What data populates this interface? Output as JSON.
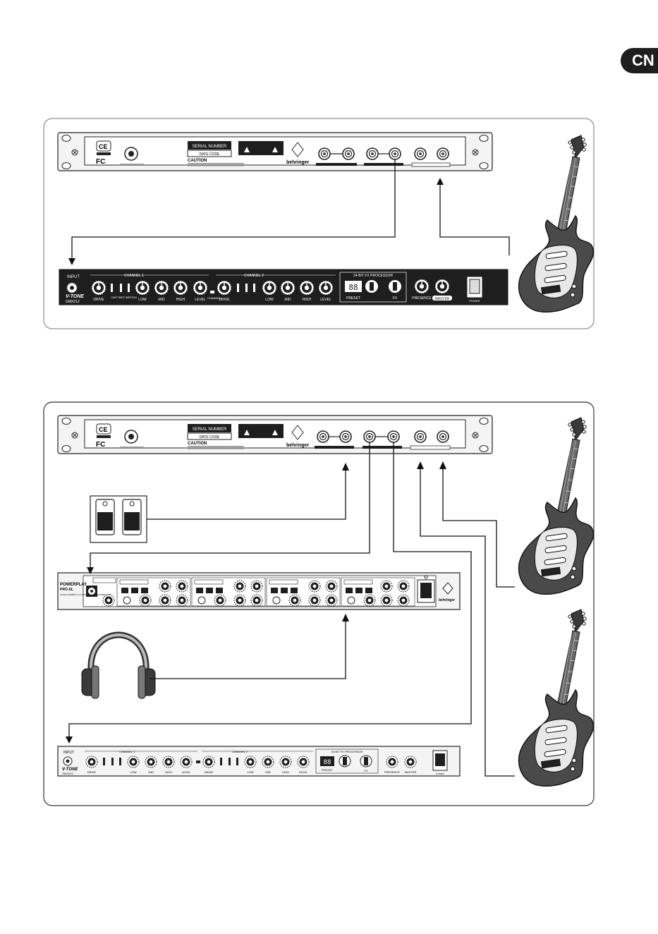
{
  "page": {
    "language_tab": "CN"
  },
  "processor": {
    "serial_number": "SERIAL NUMBER",
    "date_code": "DATE CODE",
    "caution": "CAUTION",
    "brand": "behringer"
  },
  "amp": {
    "input": "INPUT",
    "logo": "V-TONE",
    "model": "GMX212",
    "channel1": "CHANNEL 1",
    "channel2": "CHANNEL 2",
    "fx_title": "24-BIT FX PROCESSOR",
    "display": "88",
    "knobs": {
      "drive": "DRIVE",
      "low": "LOW",
      "mid": "MID",
      "high": "HIGH",
      "level": "LEVEL",
      "preset": "PRESET",
      "fx": "FX",
      "presence": "PRESENCE",
      "master": "MASTER"
    },
    "switches": {
      "channel": "CHANNEL",
      "dist": "DIST",
      "brit": "BRIT",
      "british": "BRITISH"
    },
    "power": "POWER"
  },
  "headamp": {
    "title": "POWERPLAY",
    "model": "PRO-XL",
    "sub": "ULTRA-COMPACT 4-CHANNEL HEADPHONES AMP"
  }
}
